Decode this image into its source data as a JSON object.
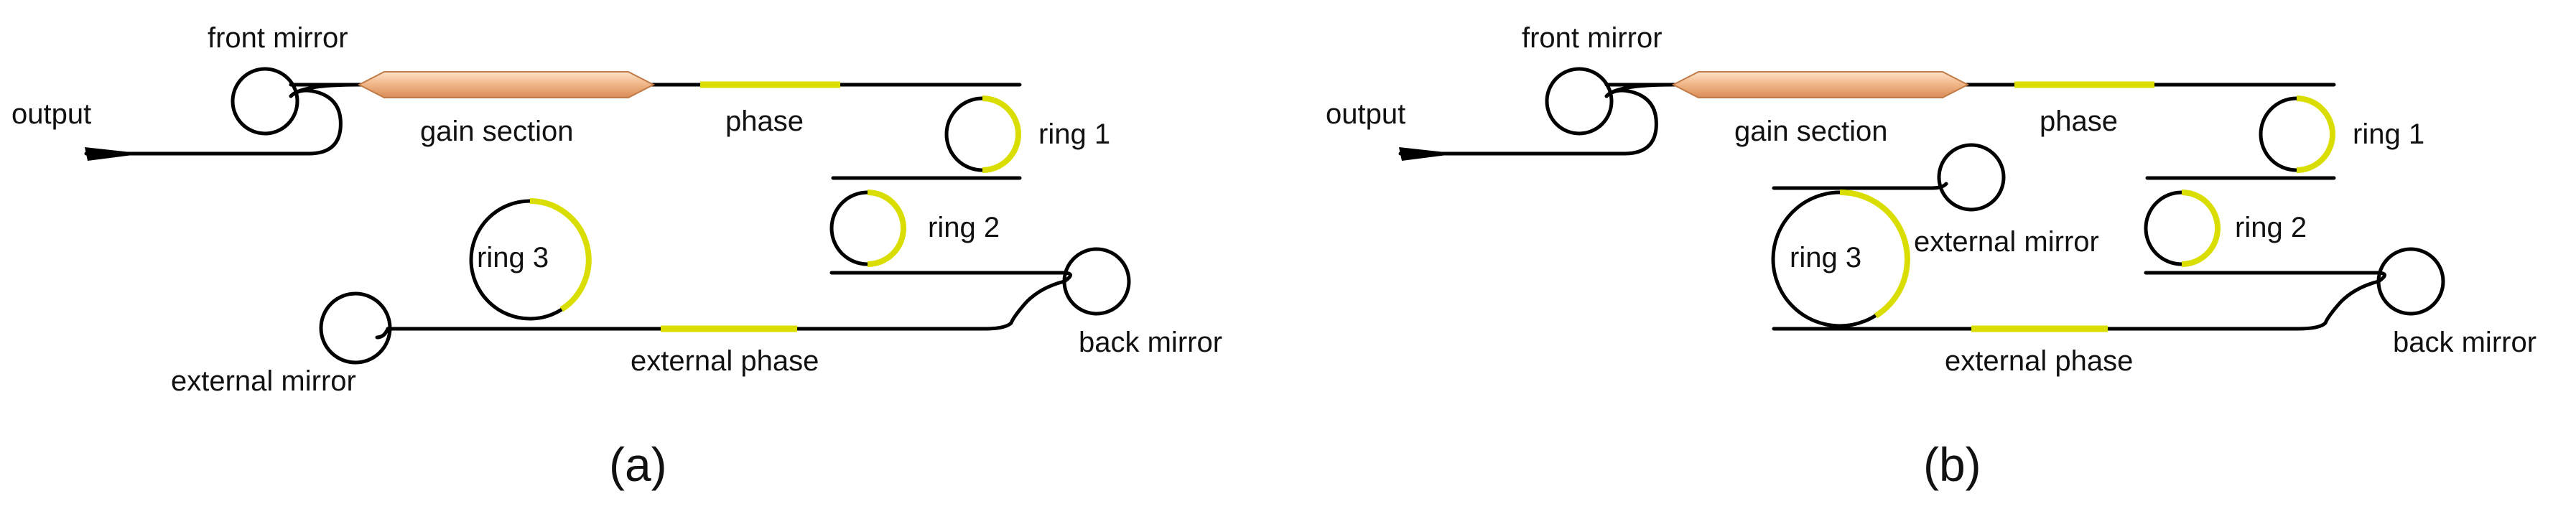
{
  "colors": {
    "waveguide": "#000000",
    "tuning_section": "#d9dd00",
    "gain_section": "#f2b98c"
  },
  "panel_a": {
    "caption": "(a)",
    "labels": {
      "front_mirror": "front mirror",
      "output": "output",
      "gain_section": "gain section",
      "phase": "phase",
      "ring1": "ring 1",
      "ring2": "ring 2",
      "ring3": "ring 3",
      "external_mirror": "external mirror",
      "external_phase": "external phase",
      "back_mirror": "back mirror"
    }
  },
  "panel_b": {
    "caption": "(b)",
    "labels": {
      "front_mirror": "front mirror",
      "output": "output",
      "gain_section": "gain section",
      "phase": "phase",
      "ring1": "ring 1",
      "ring2": "ring 2",
      "ring3": "ring 3",
      "external_mirror": "external mirror",
      "external_phase": "external phase",
      "back_mirror": "back mirror"
    }
  }
}
